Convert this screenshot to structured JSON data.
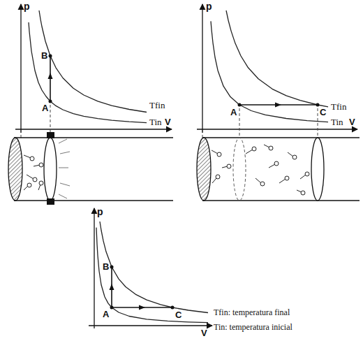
{
  "diagram": {
    "labels": [
      "p",
      "B",
      "A",
      "Tfin",
      "Tin",
      "V",
      "p",
      "A",
      "C",
      "Tfin",
      "Tin",
      "V",
      "p",
      "B",
      "A",
      "C",
      "Tfin: temperatura final",
      "Tin: temperatura inicial",
      "V"
    ]
  }
}
